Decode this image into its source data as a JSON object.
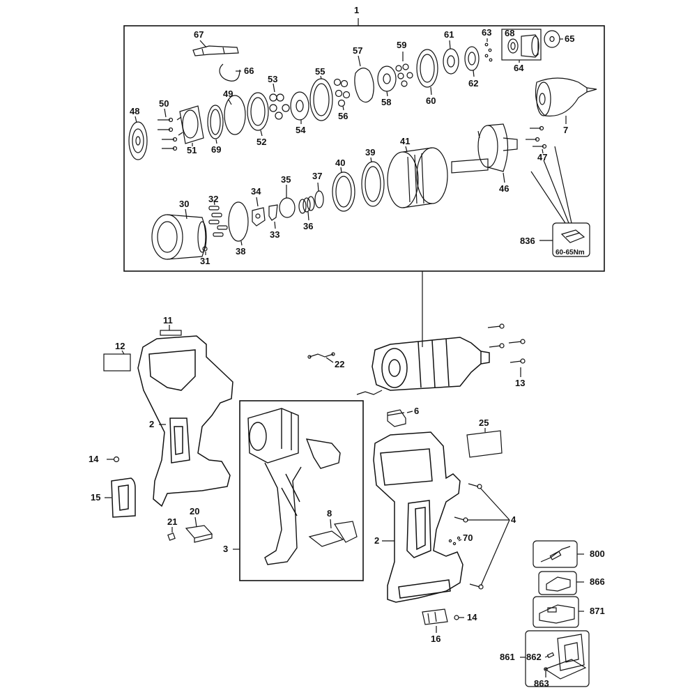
{
  "parts": {
    "p1": "1",
    "p2a": "2",
    "p2b": "2",
    "p3": "3",
    "p4": "4",
    "p6": "6",
    "p7": "7",
    "p8": "8",
    "p11": "11",
    "p12": "12",
    "p13": "13",
    "p14a": "14",
    "p14b": "14",
    "p15": "15",
    "p16": "16",
    "p20": "20",
    "p21": "21",
    "p22": "22",
    "p25": "25",
    "p30": "30",
    "p31": "31",
    "p32": "32",
    "p33": "33",
    "p34": "34",
    "p35": "35",
    "p36": "36",
    "p37": "37",
    "p38": "38",
    "p39": "39",
    "p40": "40",
    "p41": "41",
    "p46": "46",
    "p47": "47",
    "p48": "48",
    "p49": "49",
    "p50": "50",
    "p51": "51",
    "p52": "52",
    "p53": "53",
    "p54": "54",
    "p55": "55",
    "p56": "56",
    "p57": "57",
    "p58": "58",
    "p59": "59",
    "p60": "60",
    "p61": "61",
    "p62": "62",
    "p63": "63",
    "p64": "64",
    "p65": "65",
    "p66": "66",
    "p67": "67",
    "p68": "68",
    "p69": "69",
    "p70": "70",
    "p800": "800",
    "p836": "836",
    "p861": "861",
    "p862": "862",
    "p863": "863",
    "p866": "866",
    "p871": "871"
  },
  "torque_note": "60-65Nm"
}
